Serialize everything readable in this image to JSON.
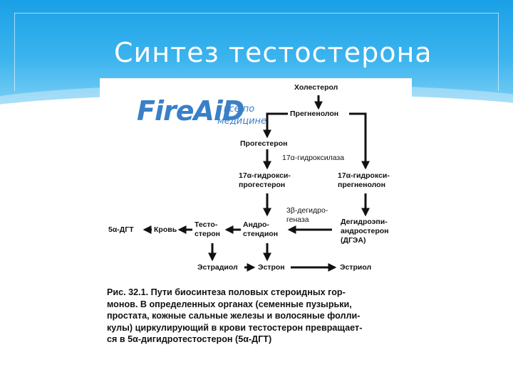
{
  "slide": {
    "title": "Синтез тестостерона"
  },
  "logo": {
    "brand": "FireAiD",
    "tagline": "- все по\nмедицине."
  },
  "diagram": {
    "nodes": {
      "cholesterol": "Холестерол",
      "pregnenolone": "Прегненолон",
      "progesterone": "Прогестерон",
      "enzyme_17a": "17α-гидроксилаза",
      "hydroxyprogesterone": "17α-гидрокси-\nпрогестерон",
      "hydroxypregnenolone": "17α-гидрокси-\nпрегненолон",
      "enzyme_3b": "3β-дегидро-\nгеназа",
      "androstenedione": "Андро-\nстендион",
      "dhea": "Дегидроэпи-\nандростерон\n(ДГЭА)",
      "testosterone": "Тесто-\nстерон",
      "blood": "Кровь",
      "dht": "5α-ДГТ",
      "estradiol": "Эстрадиол",
      "estrone": "Эстрон",
      "estriol": "Эстриол"
    },
    "caption": "Рис. 32.1. Пути биосинтеза половых стероидных гор-\nмонов. В определенных органах (семенные пузырьки,\nпростата, кожные сальные железы и волосяные фолли-\nкулы) циркулирующий в крови тестостерон превращает-\nся в 5α-дигидротестостерон (5α-ДГТ)"
  },
  "colors": {
    "header_top": "#1aa0e6",
    "header_bottom": "#7fd0f4",
    "logo": "#3a7fc9",
    "ink": "#111111"
  }
}
